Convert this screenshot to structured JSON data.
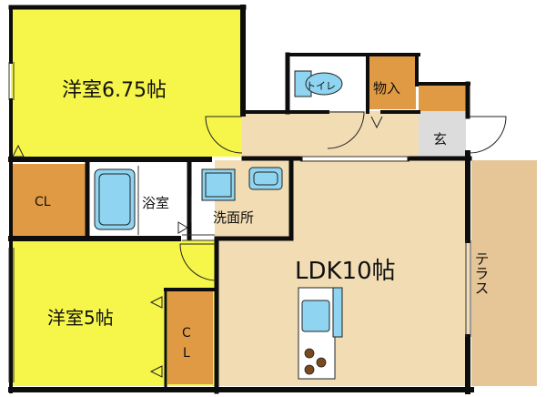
{
  "rooms": {
    "western_room_1": "洋室6.75帖",
    "western_room_2": "洋室5帖",
    "ldk": "LDK10帖",
    "closet_1": "CL",
    "closet_2_c": "C",
    "closet_2_l": "L",
    "bathroom": "浴室",
    "washroom": "洗面所",
    "toilet": "トイレ",
    "storage": "物入",
    "entrance": "玄",
    "terrace": "テラス"
  },
  "colors": {
    "western_room": "#f5f54a",
    "ldk": "#f2dcb4",
    "closet": "#e09a44",
    "entrance_floor": "#dcdcdc",
    "terrace": "#e6c697",
    "water_area": "#ffffff",
    "fixture_blue": "#8fd4f0",
    "wall": "#0d0d0d",
    "stove": "#7a4a1e"
  }
}
